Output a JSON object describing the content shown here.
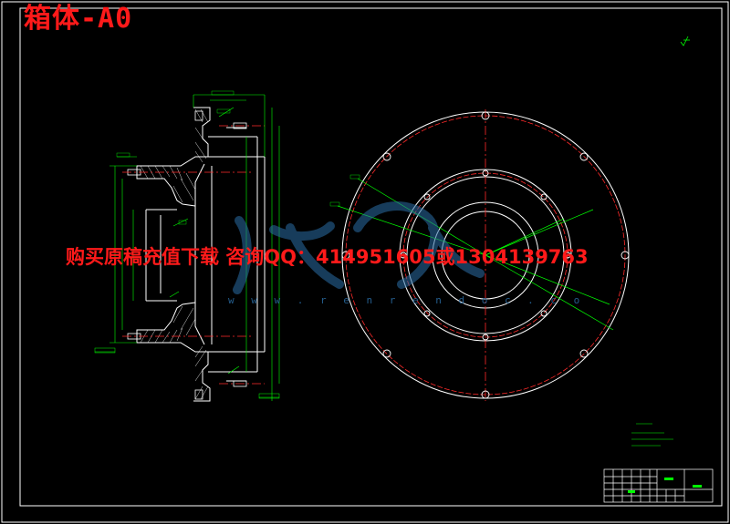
{
  "drawing": {
    "title": "箱体-A0",
    "promo_text": "购买原稿充值下载 咨询QQ：414951605或1304139763",
    "watermark_text": "w w w . r e n r e n d o c . c o",
    "line_color": "#ffffff",
    "section_color": "#00ff00",
    "centerline_color": "#ff2a2a",
    "watermark_color": "#2b6ea6"
  }
}
